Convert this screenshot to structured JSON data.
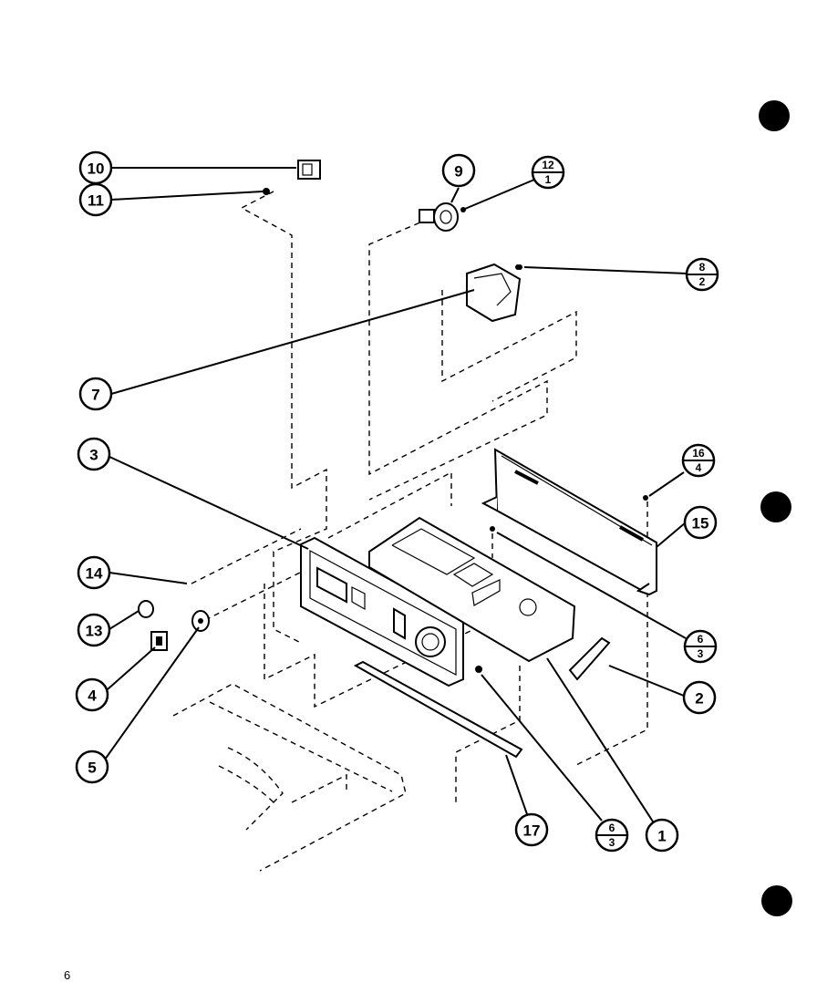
{
  "diagram": {
    "callouts": [
      {
        "id": "c10",
        "label": "10"
      },
      {
        "id": "c11",
        "label": "11"
      },
      {
        "id": "c9",
        "label": "9"
      },
      {
        "id": "c7",
        "label": "7"
      },
      {
        "id": "c3",
        "label": "3"
      },
      {
        "id": "c14",
        "label": "14"
      },
      {
        "id": "c13",
        "label": "13"
      },
      {
        "id": "c4",
        "label": "4"
      },
      {
        "id": "c5",
        "label": "5"
      },
      {
        "id": "c15",
        "label": "15"
      },
      {
        "id": "c2",
        "label": "2"
      },
      {
        "id": "c17",
        "label": "17"
      },
      {
        "id": "c1",
        "label": "1"
      }
    ],
    "fraction_callouts": [
      {
        "id": "f12",
        "top": "12",
        "bottom": "1"
      },
      {
        "id": "f8",
        "top": "8",
        "bottom": "2"
      },
      {
        "id": "f16",
        "top": "16",
        "bottom": "4"
      },
      {
        "id": "f6a",
        "top": "6",
        "bottom": "3"
      },
      {
        "id": "f6b",
        "top": "6",
        "bottom": "3"
      }
    ]
  },
  "page": {
    "number": "6"
  }
}
